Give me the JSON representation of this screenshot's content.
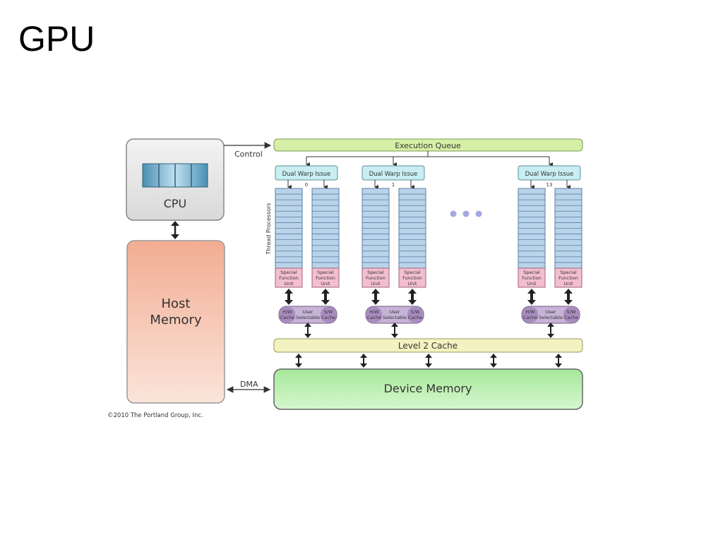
{
  "slide": {
    "title": "GPU"
  },
  "diagram": {
    "cpu_label": "CPU",
    "host_memory_label": [
      "Host",
      "Memory"
    ],
    "control_label": "Control",
    "dma_label": "DMA",
    "execution_queue_label": "Execution Queue",
    "thread_processors_label": "Thread Processors",
    "level2_cache_label": "Level 2 Cache",
    "device_memory_label": "Device Memory",
    "copyright": "©2010 The Portland Group, Inc.",
    "multiprocessors": [
      {
        "issue_label": "Dual Warp Issue",
        "index": "0",
        "sfu_label": [
          "Special",
          "Function",
          "Unit"
        ],
        "cache_labels": {
          "hw": [
            "H/W",
            "Cache"
          ],
          "user": [
            "User",
            "Selectable"
          ],
          "sw": [
            "S/W",
            "Cache"
          ]
        }
      },
      {
        "issue_label": "Dual Warp Issue",
        "index": "1",
        "sfu_label": [
          "Special",
          "Function",
          "Unit"
        ],
        "cache_labels": {
          "hw": [
            "H/W",
            "Cache"
          ],
          "user": [
            "User",
            "Selectable"
          ],
          "sw": [
            "S/W",
            "Cache"
          ]
        }
      },
      {
        "issue_label": "Dual Warp Issue",
        "index": "13",
        "sfu_label": [
          "Special",
          "Function",
          "Unit"
        ],
        "cache_labels": {
          "hw": [
            "H/W",
            "Cache"
          ],
          "user": [
            "User",
            "Selectable"
          ],
          "sw": [
            "S/W",
            "Cache"
          ]
        }
      }
    ],
    "colors": {
      "cpu_box": "#e8e8e8",
      "host_memory": "#f4b89e",
      "execution_queue": "#d5f0a6",
      "dual_warp_issue": "#c8eef2",
      "thread_processor": "#b9d3ea",
      "special_function_unit": "#f3bfd0",
      "cache": "#c7b3d6",
      "level2_cache": "#f2f3c0",
      "device_memory": "#b9eeae",
      "ellipsis_dots": "#a3a8e0"
    }
  }
}
